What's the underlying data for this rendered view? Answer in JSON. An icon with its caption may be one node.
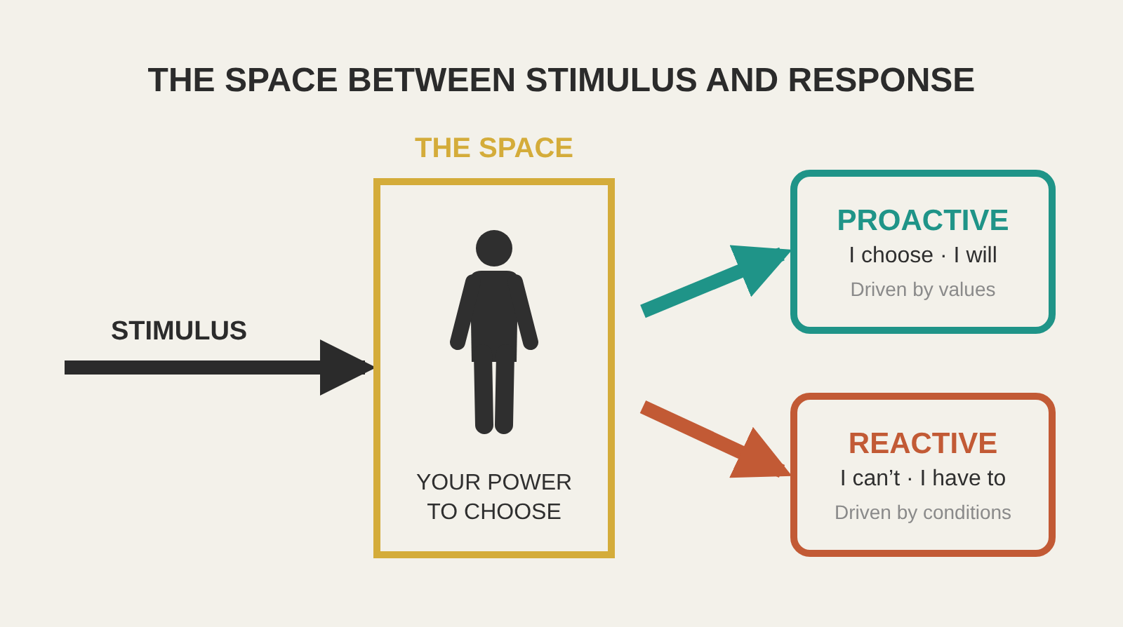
{
  "diagram": {
    "title": "THE SPACE BETWEEN STIMULUS AND RESPONSE",
    "nodes": [
      {
        "text": [
          "THE SPACE",
          "YOUR POWER TO CHOOSE"
        ]
      },
      {
        "text": [
          "PROACTIVE",
          "I choose · I will",
          "Driven by values"
        ]
      },
      {
        "text": [
          "REACTIVE",
          "I can’t · I have to",
          "Driven by conditions"
        ]
      }
    ],
    "edges": [
      {
        "from": null,
        "to": 0,
        "arrow": "to",
        "label": "STIMULUS",
        "color": "#2b2b2b"
      },
      {
        "from": 0,
        "to": 1,
        "arrow": "to",
        "color": "#1f9488"
      },
      {
        "from": 0,
        "to": 2,
        "arrow": "to",
        "color": "#c25a35"
      }
    ]
  }
}
